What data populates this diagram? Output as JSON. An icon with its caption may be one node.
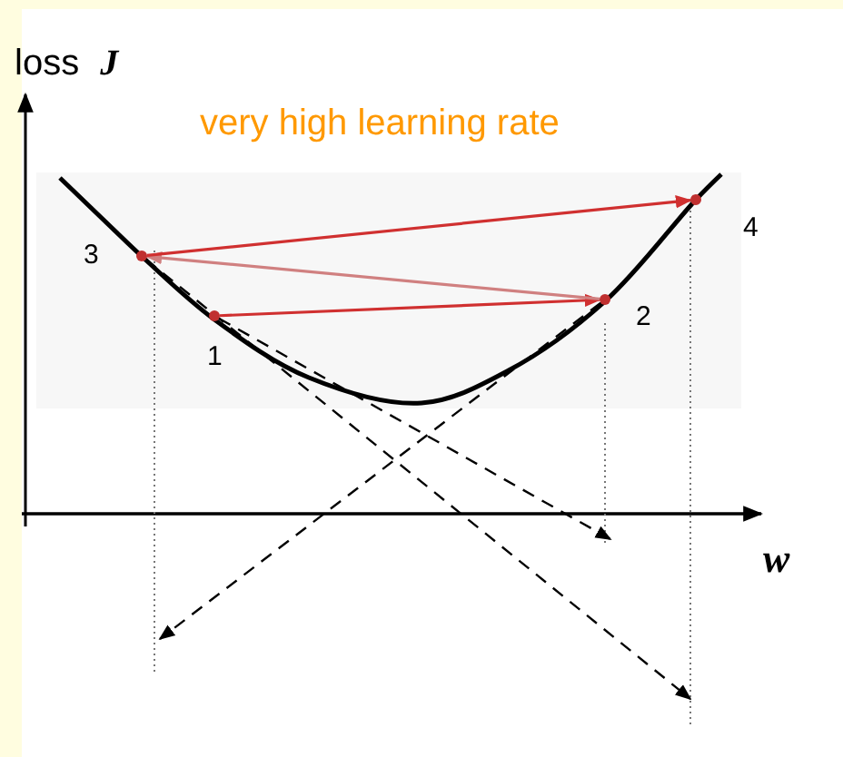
{
  "diagram": {
    "title": "very high learning rate",
    "nodes": [
      {
        "text": [],
        "shape": "circle",
        "beside": [
          "1"
        ]
      },
      {
        "text": [],
        "shape": "circle",
        "beside": [
          "2"
        ]
      },
      {
        "text": [],
        "shape": "circle",
        "beside": [
          "3"
        ]
      },
      {
        "text": [],
        "shape": "circle",
        "beside": [
          "4"
        ]
      }
    ],
    "edges": [
      {
        "from": 0,
        "to": 1,
        "arrow": "to",
        "color": "#d03030"
      },
      {
        "from": 1,
        "to": 2,
        "arrow": "to",
        "color": "#d08080"
      },
      {
        "from": 2,
        "to": 3,
        "arrow": "to",
        "color": "#d03030"
      },
      {
        "from": 0,
        "to": null,
        "arrow": "to",
        "style": "dashed",
        "color": "#000000"
      },
      {
        "from": 1,
        "to": null,
        "arrow": "to",
        "style": "dashed",
        "color": "#000000"
      },
      {
        "from": 2,
        "to": null,
        "arrow": "to",
        "style": "dashed",
        "color": "#000000"
      }
    ],
    "labels": [
      "loss *J*",
      "w"
    ]
  }
}
